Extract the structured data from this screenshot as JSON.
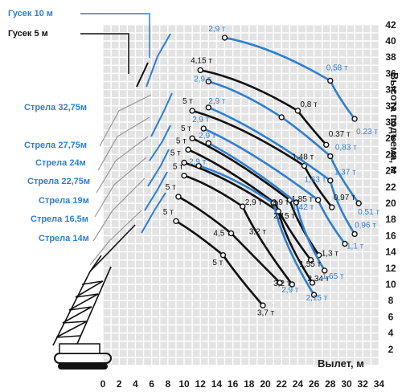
{
  "chart_data": {
    "type": "line",
    "xlabel": "Вылет, м",
    "ylabel": "Высота подъема, м",
    "xlim": [
      0,
      34
    ],
    "ylim": [
      0,
      42
    ],
    "x_ticks": [
      "0",
      "2",
      "4",
      "6",
      "8",
      "10",
      "12",
      "14",
      "16",
      "18",
      "20",
      "22",
      "24",
      "26",
      "28",
      "30",
      "32",
      "34"
    ],
    "y_ticks": [
      "2",
      "4",
      "6",
      "8",
      "10",
      "12",
      "14",
      "16",
      "18",
      "20",
      "22",
      "24",
      "26",
      "28",
      "30",
      "32",
      "34",
      "36",
      "38",
      "40",
      "42"
    ],
    "colors": {
      "blue": "#2f7fd0",
      "black": "#111111",
      "grid_bg": "#e3e3e3",
      "grid_line": "#ffffff"
    },
    "configurations": [
      {
        "name": "Гусек 10 м",
        "color": "#2f7fd0"
      },
      {
        "name": "Гусек 5 м",
        "color": "#111111"
      },
      {
        "name": "Стрела 32,75м",
        "color": "#2f7fd0"
      },
      {
        "name": "Стрела 27,75м",
        "color": "#2f7fd0"
      },
      {
        "name": "Стрела 24м",
        "color": "#2f7fd0"
      },
      {
        "name": "Стрела 22,75м",
        "color": "#2f7fd0"
      },
      {
        "name": "Стрела 19м",
        "color": "#2f7fd0"
      },
      {
        "name": "Стрела 16,5м",
        "color": "#2f7fd0"
      },
      {
        "name": "Стрела 14м",
        "color": "#2f7fd0"
      }
    ],
    "series": [
      {
        "color": "#2f7fd0",
        "points": [
          [
            15,
            40.4
          ],
          [
            28,
            35.1
          ],
          [
            31,
            30.4
          ]
        ],
        "labels": [
          {
            "text": "2,9 т",
            "x": 13.0,
            "y": 41.2
          },
          {
            "text": "0,58 т",
            "x": 27.5,
            "y": 36.4
          },
          {
            "text": "0.23 т",
            "x": 31.2,
            "y": 28.5
          }
        ]
      },
      {
        "color": "#111111",
        "points": [
          [
            12,
            36.4
          ],
          [
            24,
            31.4
          ],
          [
            27.5,
            27.2
          ]
        ],
        "labels": [
          {
            "text": "4,15 т",
            "x": 10.8,
            "y": 37.3
          },
          {
            "text": "0,8 т",
            "x": 24.3,
            "y": 31.9
          },
          {
            "text": "0.37 т",
            "x": 27.8,
            "y": 28.2
          }
        ]
      },
      {
        "color": "#2f7fd0",
        "points": [
          [
            13,
            35.0
          ],
          [
            22,
            30.6
          ],
          [
            28,
            25.8
          ],
          [
            31.5,
            20.0
          ]
        ],
        "labels": [
          {
            "text": "2,9 т",
            "x": 11.2,
            "y": 35.0
          },
          {
            "text": "0,83 т",
            "x": 28.6,
            "y": 26.6
          },
          {
            "text": "0,51 т",
            "x": 31.4,
            "y": 18.6
          }
        ]
      },
      {
        "color": "#111111",
        "points": [
          [
            11,
            31.4
          ],
          [
            24.8,
            24.6
          ],
          [
            28.2,
            19.5
          ]
        ],
        "labels": [
          {
            "text": "5 т",
            "x": 9.8,
            "y": 32.3
          },
          {
            "text": "1,48 т",
            "x": 23.3,
            "y": 25.4
          },
          {
            "text": "0,97 т",
            "x": 28.4,
            "y": 20.4
          }
        ]
      },
      {
        "color": "#2f7fd0",
        "points": [
          [
            13,
            31.8
          ],
          [
            28,
            22.8
          ],
          [
            31,
            16.2
          ]
        ],
        "labels": [
          {
            "text": "2,9 т",
            "x": 13.0,
            "y": 32.3
          },
          {
            "text": "1,37 т",
            "x": 28.5,
            "y": 23.5
          },
          {
            "text": "0,96 т",
            "x": 31.0,
            "y": 17.0
          }
        ]
      },
      {
        "color": "#111111",
        "points": [
          [
            11,
            28.0
          ],
          [
            23,
            20.4
          ],
          [
            26.6,
            13.6
          ]
        ],
        "labels": [
          {
            "text": "5 т",
            "x": 9.6,
            "y": 28.9
          },
          {
            "text": "1,85 т",
            "x": 23.2,
            "y": 20.2
          },
          {
            "text": "1,3 т",
            "x": 26.9,
            "y": 13.5
          }
        ]
      },
      {
        "color": "#2f7fd0",
        "points": [
          [
            12.4,
            29.2
          ],
          [
            26.5,
            20.4
          ],
          [
            29.8,
            15.0
          ]
        ],
        "labels": [
          {
            "text": "2,9 т",
            "x": 11.0,
            "y": 30.0
          },
          {
            "text": "1,63 т",
            "x": 24.8,
            "y": 22.6
          },
          {
            "text": "1,1 т",
            "x": 30.0,
            "y": 14.4
          }
        ]
      },
      {
        "color": "#111111",
        "points": [
          [
            10.5,
            26.6
          ],
          [
            21.2,
            20.0
          ],
          [
            25.6,
            13.0
          ]
        ],
        "labels": [
          {
            "text": "5 т",
            "x": 9.0,
            "y": 27.4
          },
          {
            "text": "2,15 т",
            "x": 21.0,
            "y": 18.1
          },
          {
            "text": "1,55 т",
            "x": 24.2,
            "y": 12.2
          }
        ]
      },
      {
        "color": "#2f7fd0",
        "points": [
          [
            13,
            27.4
          ],
          [
            23.8,
            20.1
          ],
          [
            27.3,
            11.7
          ]
        ],
        "labels": [
          {
            "text": "2,9 т",
            "x": 11.8,
            "y": 28.0
          },
          {
            "text": "1,42 т",
            "x": 23.3,
            "y": 19.2
          },
          {
            "text": "1,65 т",
            "x": 27.0,
            "y": 10.7
          }
        ]
      },
      {
        "color": "#111111",
        "points": [
          [
            10,
            25.0
          ],
          [
            21.6,
            19.0
          ],
          [
            25.8,
            10.2
          ]
        ],
        "labels": [
          {
            "text": "5 т",
            "x": 8.3,
            "y": 25.9
          },
          {
            "text": "2,9 т",
            "x": 20.8,
            "y": 19.8
          },
          {
            "text": "2,34 т",
            "x": 25.2,
            "y": 10.4
          }
        ]
      },
      {
        "color": "#2f7fd0",
        "points": [
          [
            11.8,
            24.6
          ],
          [
            21,
            20.0
          ],
          [
            26,
            8.7
          ]
        ],
        "labels": [
          {
            "text": "2,9 т",
            "x": 10.6,
            "y": 24.8
          },
          {
            "text": "2,9 т",
            "x": 22.0,
            "y": 9.0
          },
          {
            "text": "2,15 т",
            "x": 25.0,
            "y": 8.0
          }
        ]
      },
      {
        "color": "#111111",
        "points": [
          [
            10,
            23.4
          ],
          [
            17.2,
            19.6
          ],
          [
            23.3,
            10.0
          ]
        ],
        "labels": [
          {
            "text": "5 т",
            "x": 8.6,
            "y": 24.2
          },
          {
            "text": "3,2 т",
            "x": 18.0,
            "y": 16.2
          },
          {
            "text": "2,9 т",
            "x": 17.5,
            "y": 19.8
          }
        ]
      },
      {
        "color": "#111111",
        "points": [
          [
            9.3,
            20.8
          ],
          [
            15.8,
            16.3
          ],
          [
            21.8,
            10.2
          ]
        ],
        "labels": [
          {
            "text": "5 т",
            "x": 7.7,
            "y": 21.7
          },
          {
            "text": "4,5 т",
            "x": 13.6,
            "y": 16.0
          },
          {
            "text": "3,2 т",
            "x": 21.0,
            "y": 9.8
          }
        ]
      },
      {
        "color": "#111111",
        "points": [
          [
            9,
            17.8
          ],
          [
            14.8,
            13.6
          ],
          [
            19.7,
            7.4
          ]
        ],
        "labels": [
          {
            "text": "5 т",
            "x": 7.4,
            "y": 18.6
          },
          {
            "text": "5 т",
            "x": 13.5,
            "y": 12.4
          },
          {
            "text": "3,7 т",
            "x": 19.0,
            "y": 6.2
          }
        ]
      }
    ]
  }
}
